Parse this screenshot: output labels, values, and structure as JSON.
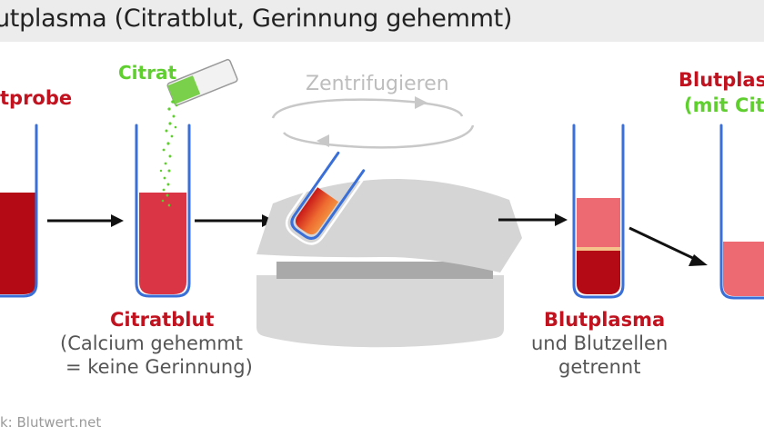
{
  "title": "utplasma (Citratblut, Gerinnung gehemmt)",
  "labels": {
    "blutprobe": "tprobe",
    "citrat": "Citrat",
    "zentrifugieren": "Zentrifugieren",
    "citratblut": "Citratblut",
    "calcium_line1": "(Calcium gehemmt",
    "calcium_line2": "= keine Gerinnung)",
    "blutplasma": "Blutplasma",
    "und_blutzellen": "und Blutzellen",
    "getrennt": "getrennt",
    "blutplasma_right": "Blutplas",
    "mit_citrat": "(mit Cit"
  },
  "source": "k: Blutwert.net",
  "colors": {
    "blood_dark": "#b40a16",
    "blood_red": "#d93545",
    "plasma_pink": "#ee6a72",
    "tube_blue": "#3a6fd8",
    "citrat_green": "#5fcf2f",
    "label_red": "#c1121f",
    "centrifuge_grey": "#d5d5d5"
  }
}
